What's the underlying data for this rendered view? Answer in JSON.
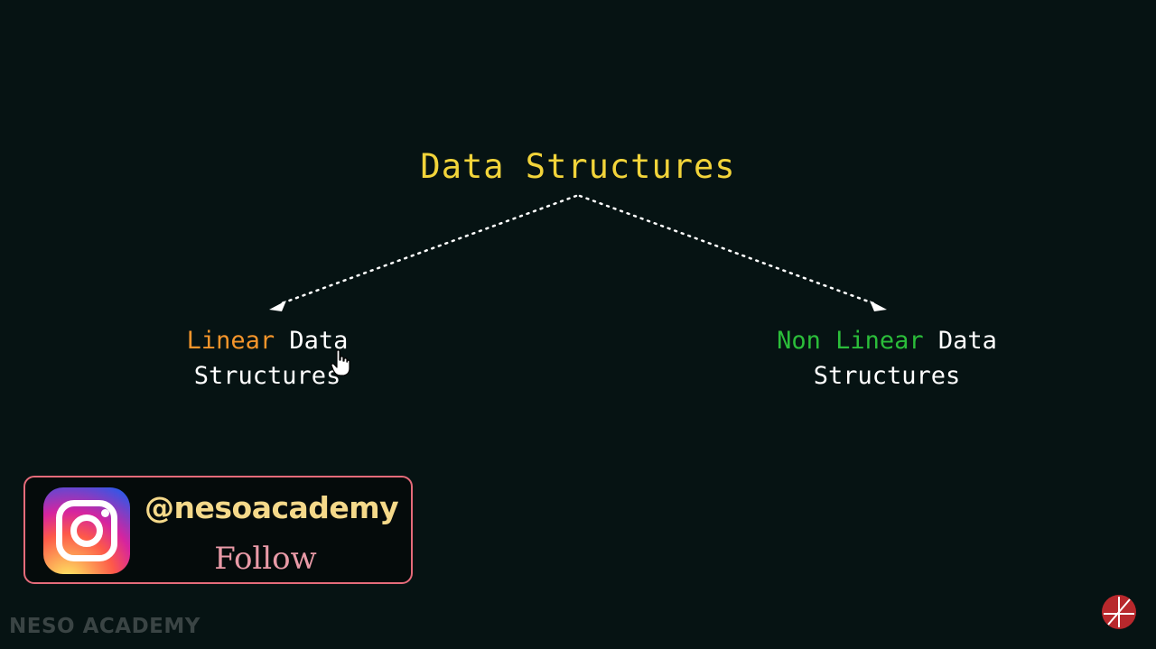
{
  "diagram": {
    "root": {
      "text": "Data Structures",
      "color": "#f2d43a"
    },
    "children": [
      {
        "line1": [
          {
            "text": "Linear",
            "color": "#f5952b"
          },
          {
            "text": " Data",
            "color": "#ffffff"
          }
        ],
        "line2": {
          "text": "Structures",
          "color": "#ffffff"
        }
      },
      {
        "line1": [
          {
            "text": "Non",
            "color": "#2bbd3a"
          },
          {
            "text": " Linear",
            "color": "#2bbd3a"
          },
          {
            "text": " Data",
            "color": "#ffffff"
          }
        ],
        "line2": {
          "text": "Structures",
          "color": "#ffffff"
        }
      }
    ],
    "edge_style": "dotted-arrow",
    "edge_color": "#ffffff"
  },
  "promo": {
    "icon": "instagram-icon",
    "handle": "@nesoacademy",
    "action": "Follow",
    "border_color": "#e56b7a"
  },
  "branding": {
    "watermark": "NESO ACADEMY",
    "corner_icon": "neso-logo-icon"
  }
}
